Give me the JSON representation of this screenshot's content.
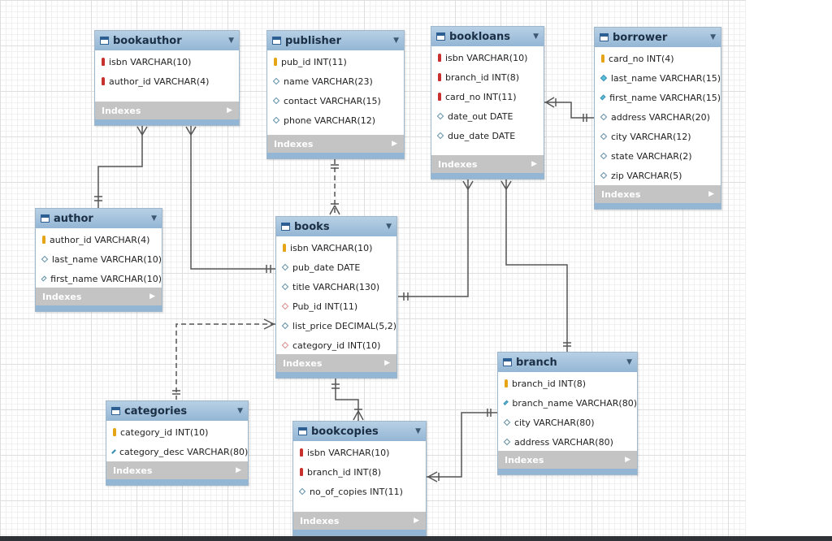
{
  "diagram": {
    "indexes_label": "Indexes",
    "tables": {
      "bookauthor": {
        "name": "bookauthor",
        "columns": [
          {
            "text": "isbn VARCHAR(10)",
            "icon": "fk-pk-icon"
          },
          {
            "text": "author_id VARCHAR(4)",
            "icon": "fk-pk-icon"
          }
        ]
      },
      "publisher": {
        "name": "publisher",
        "columns": [
          {
            "text": "pub_id INT(11)",
            "icon": "pk-icon"
          },
          {
            "text": "name VARCHAR(23)",
            "icon": "column-icon"
          },
          {
            "text": "contact VARCHAR(15)",
            "icon": "column-icon"
          },
          {
            "text": "phone VARCHAR(12)",
            "icon": "column-icon"
          }
        ]
      },
      "bookloans": {
        "name": "bookloans",
        "columns": [
          {
            "text": "isbn VARCHAR(10)",
            "icon": "fk-pk-icon"
          },
          {
            "text": "branch_id INT(8)",
            "icon": "fk-pk-icon"
          },
          {
            "text": "card_no INT(11)",
            "icon": "fk-pk-icon"
          },
          {
            "text": "date_out DATE",
            "icon": "column-icon"
          },
          {
            "text": "due_date DATE",
            "icon": "column-icon"
          }
        ]
      },
      "borrower": {
        "name": "borrower",
        "columns": [
          {
            "text": "card_no INT(4)",
            "icon": "pk-icon"
          },
          {
            "text": "last_name VARCHAR(15)",
            "icon": "not-null-column-icon"
          },
          {
            "text": "first_name VARCHAR(15)",
            "icon": "not-null-column-icon"
          },
          {
            "text": "address VARCHAR(20)",
            "icon": "column-icon"
          },
          {
            "text": "city VARCHAR(12)",
            "icon": "column-icon"
          },
          {
            "text": "state VARCHAR(2)",
            "icon": "column-icon"
          },
          {
            "text": "zip VARCHAR(5)",
            "icon": "column-icon"
          }
        ]
      },
      "author": {
        "name": "author",
        "columns": [
          {
            "text": "author_id VARCHAR(4)",
            "icon": "pk-icon"
          },
          {
            "text": "last_name VARCHAR(10)",
            "icon": "column-icon"
          },
          {
            "text": "first_name VARCHAR(10)",
            "icon": "column-icon"
          }
        ]
      },
      "books": {
        "name": "books",
        "columns": [
          {
            "text": "isbn VARCHAR(10)",
            "icon": "pk-icon"
          },
          {
            "text": "pub_date DATE",
            "icon": "column-icon"
          },
          {
            "text": "title VARCHAR(130)",
            "icon": "column-icon"
          },
          {
            "text": "Pub_id INT(11)",
            "icon": "fk-column-icon"
          },
          {
            "text": "list_price DECIMAL(5,2)",
            "icon": "column-icon"
          },
          {
            "text": "category_id INT(10)",
            "icon": "fk-column-icon"
          }
        ]
      },
      "categories": {
        "name": "categories",
        "columns": [
          {
            "text": "category_id INT(10)",
            "icon": "pk-icon"
          },
          {
            "text": "category_desc VARCHAR(80)",
            "icon": "not-null-column-icon"
          }
        ]
      },
      "bookcopies": {
        "name": "bookcopies",
        "columns": [
          {
            "text": "isbn VARCHAR(10)",
            "icon": "fk-pk-icon"
          },
          {
            "text": "branch_id INT(8)",
            "icon": "fk-pk-icon"
          },
          {
            "text": "no_of_copies INT(11)",
            "icon": "column-icon"
          }
        ]
      },
      "branch": {
        "name": "branch",
        "columns": [
          {
            "text": "branch_id INT(8)",
            "icon": "pk-icon"
          },
          {
            "text": "branch_name VARCHAR(80)",
            "icon": "not-null-column-icon"
          },
          {
            "text": "city VARCHAR(80)",
            "icon": "column-icon"
          },
          {
            "text": "address VARCHAR(80)",
            "icon": "column-icon"
          }
        ]
      }
    }
  }
}
